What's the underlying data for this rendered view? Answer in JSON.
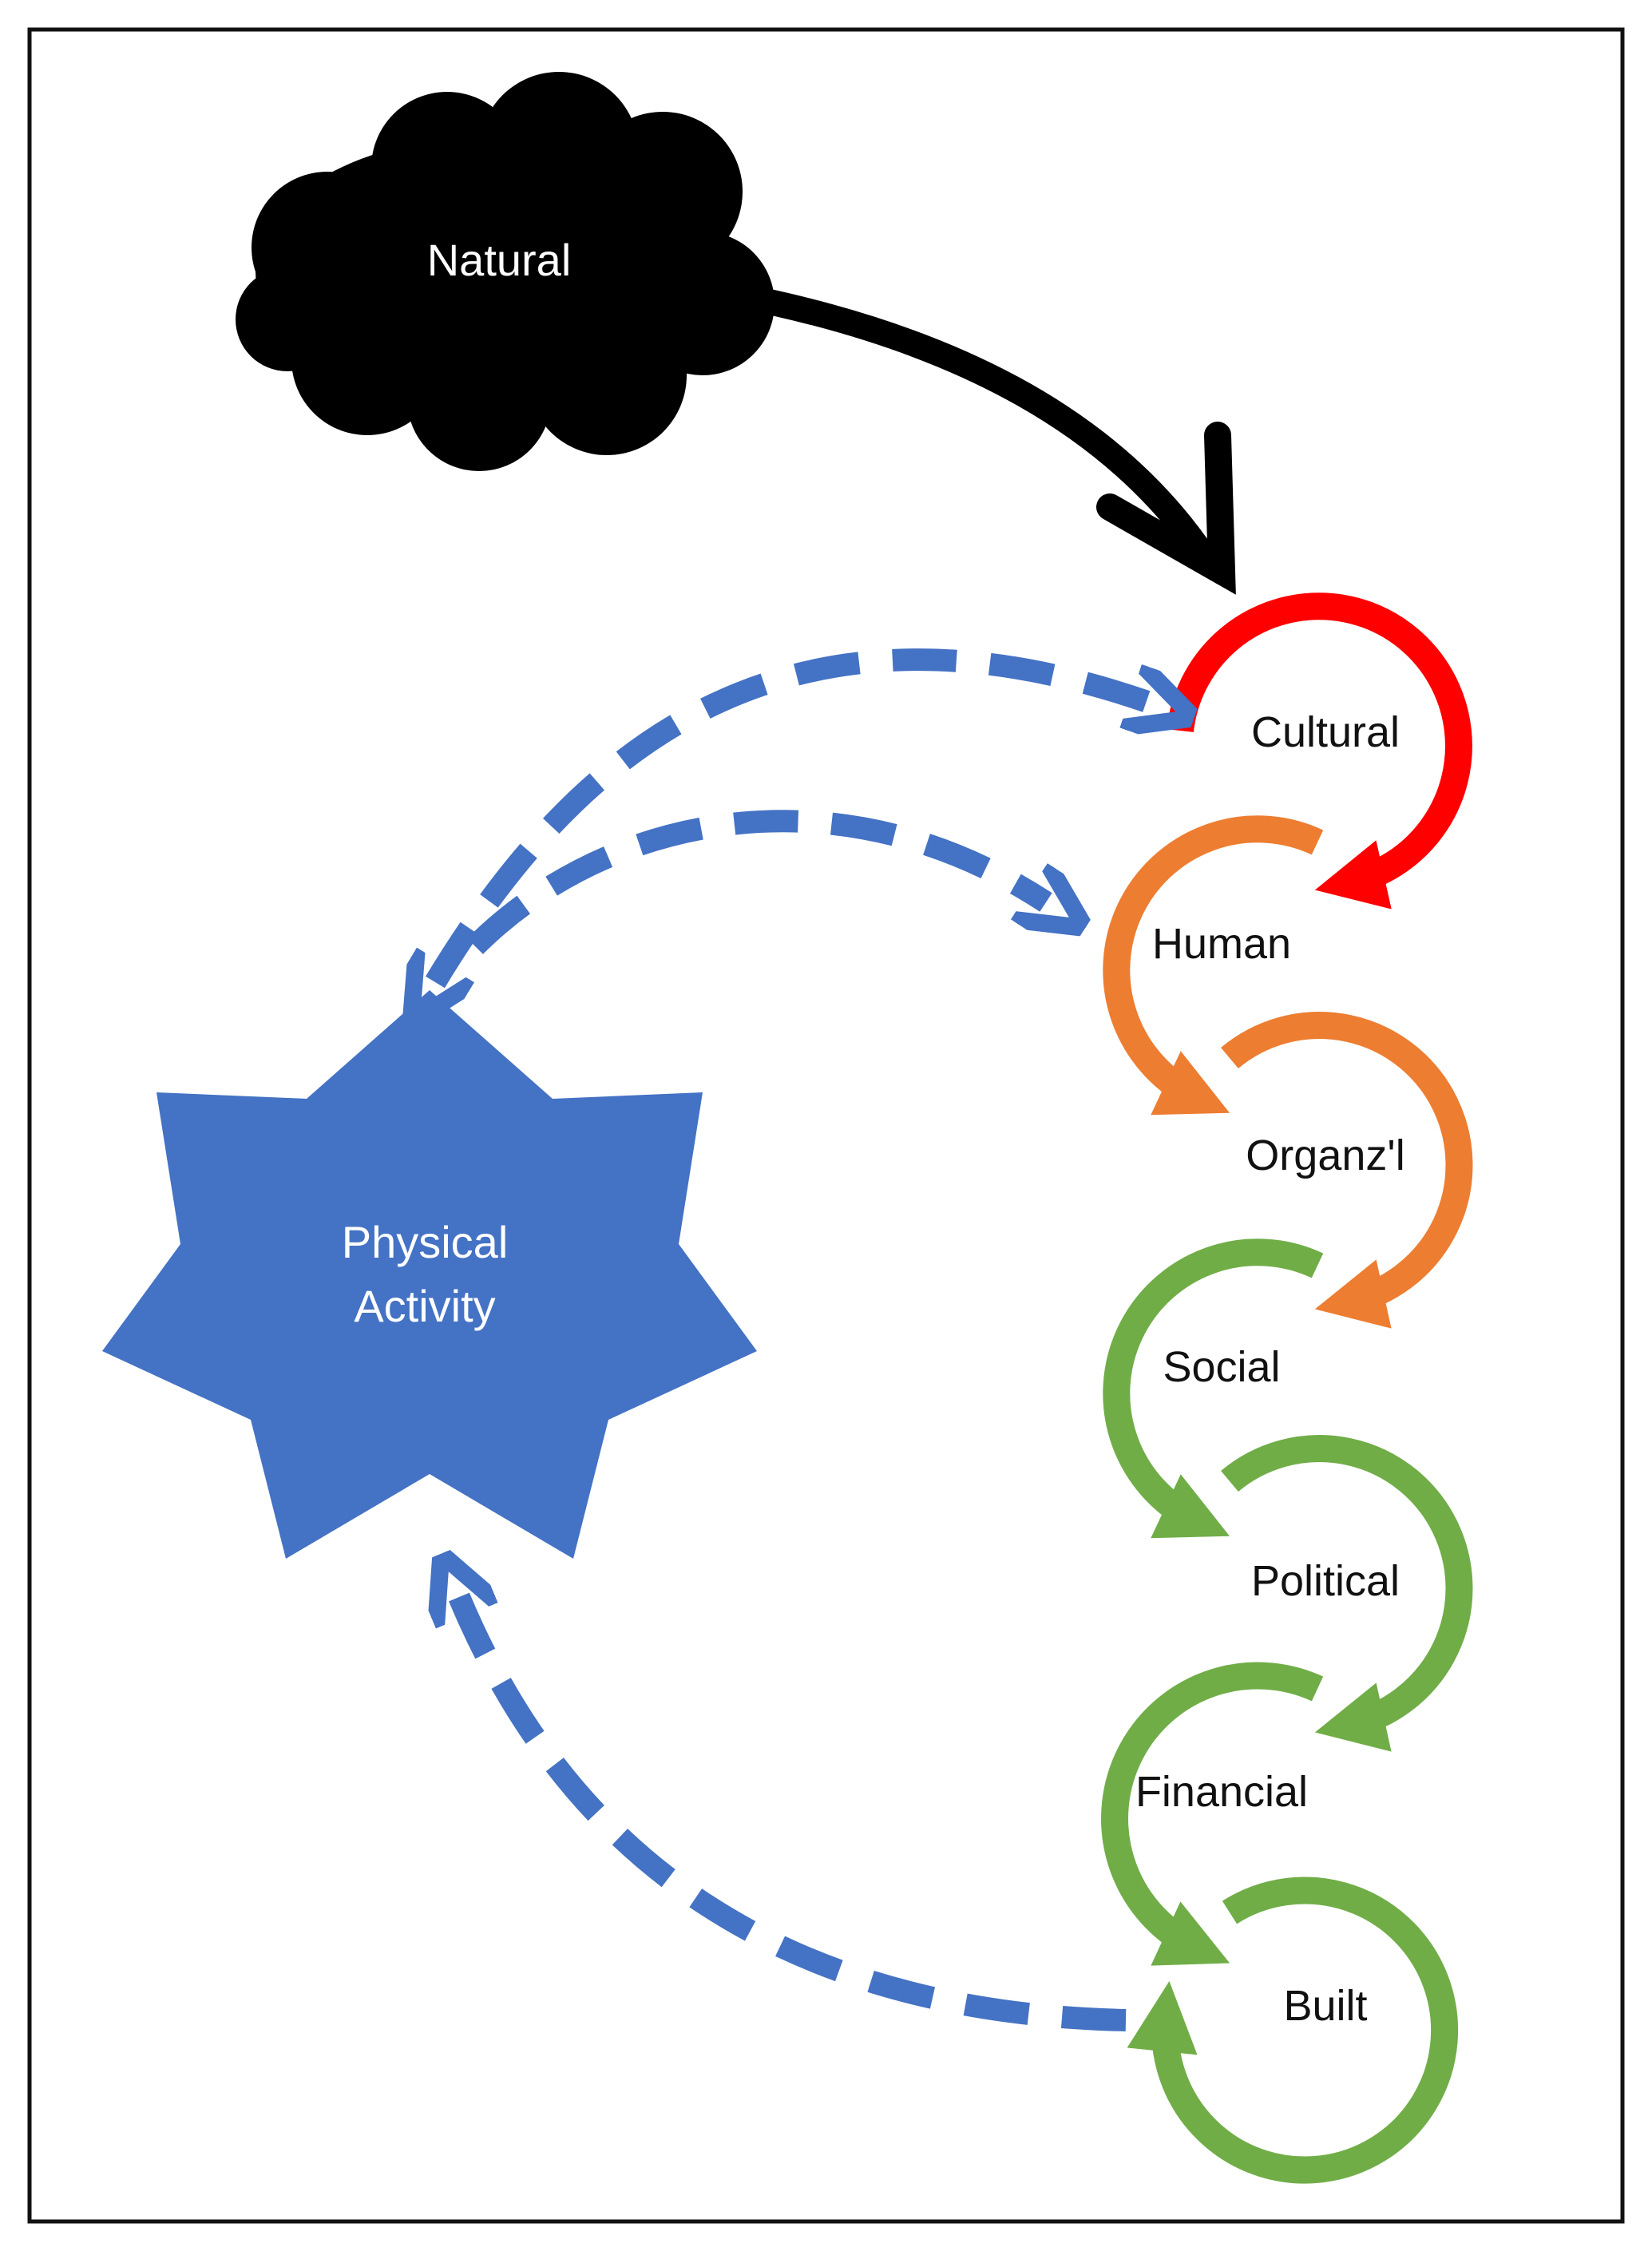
{
  "diagram": {
    "natural": {
      "label": "Natural",
      "color": "#000000"
    },
    "physical_activity": {
      "label_line1": "Physical",
      "label_line2": "Activity",
      "color": "#4472C4"
    },
    "capitals": [
      {
        "label": "Cultural",
        "color": "#FF0000"
      },
      {
        "label": "Human",
        "color": "#ED7D31"
      },
      {
        "label": "Organz'l",
        "color": "#ED7D31"
      },
      {
        "label": "Social",
        "color": "#70AD47"
      },
      {
        "label": "Political",
        "color": "#70AD47"
      },
      {
        "label": "Financial",
        "color": "#70AD47"
      },
      {
        "label": "Built",
        "color": "#70AD47"
      }
    ],
    "link_color": "#4472C4",
    "arrow_color": "#000000"
  }
}
